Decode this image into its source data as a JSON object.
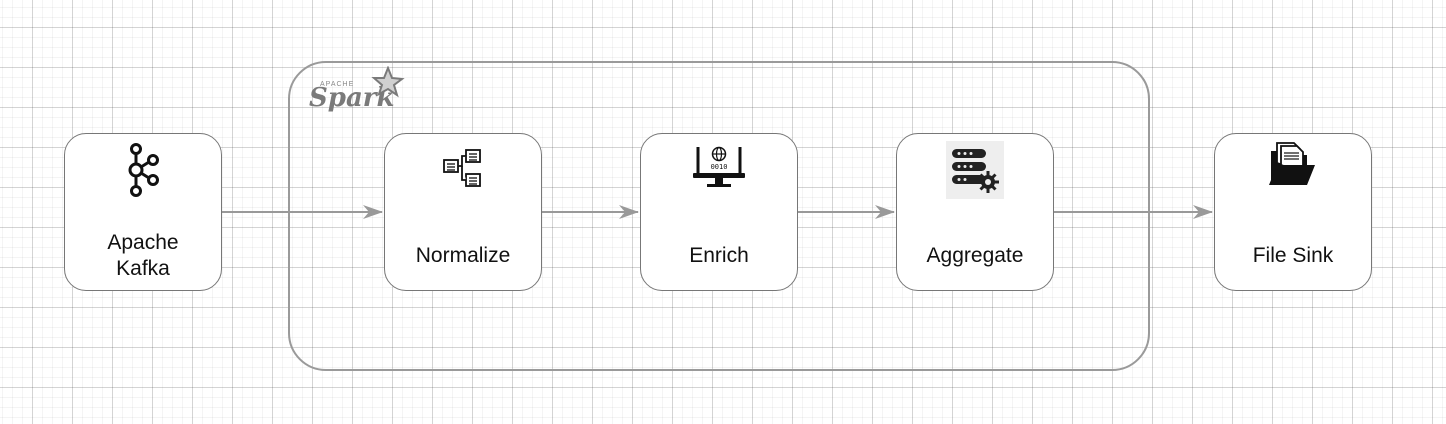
{
  "diagram": {
    "group": {
      "name": "Spark",
      "logo_text": "Spark",
      "logo_caption": "APACHE"
    },
    "nodes": [
      {
        "id": "kafka",
        "label_line1": "Apache",
        "label_line2": "Kafka",
        "icon": "kafka-icon"
      },
      {
        "id": "normalize",
        "label": "Normalize",
        "icon": "hierarchy-icon"
      },
      {
        "id": "enrich",
        "label": "Enrich",
        "icon": "monitor-globe-icon"
      },
      {
        "id": "aggregate",
        "label": "Aggregate",
        "icon": "server-gear-icon"
      },
      {
        "id": "sink",
        "label": "File Sink",
        "icon": "folder-documents-icon"
      }
    ],
    "edges": [
      {
        "from": "kafka",
        "to": "normalize"
      },
      {
        "from": "normalize",
        "to": "enrich"
      },
      {
        "from": "enrich",
        "to": "aggregate"
      },
      {
        "from": "aggregate",
        "to": "sink"
      }
    ],
    "colors": {
      "grid": "#e0e0e0",
      "edge": "#999999",
      "border": "#777777",
      "text": "#111111"
    }
  }
}
